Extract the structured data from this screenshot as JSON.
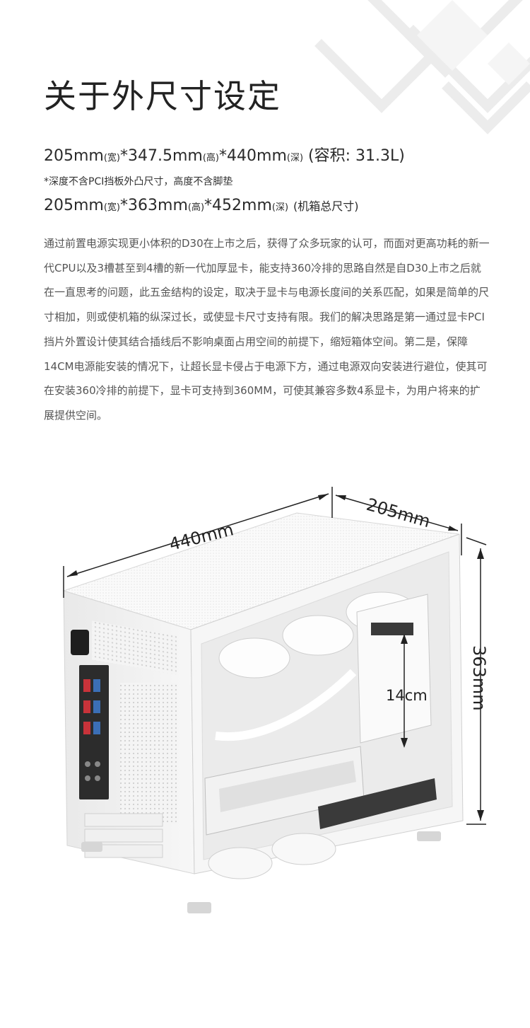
{
  "page": {
    "title": "关于外尺寸设定"
  },
  "specs": [
    {
      "w": "205mm",
      "w_unit": "(宽)",
      "h": "*347.5mm",
      "h_unit": "(高)",
      "d": "*440mm",
      "d_unit": "(深)",
      "tail": "(容积: 31.3L)"
    },
    {
      "w": "205mm",
      "w_unit": "(宽)",
      "h": "*363mm",
      "h_unit": "(高)",
      "d": "*452mm",
      "d_unit": "(深)",
      "tail": "(机箱总尺寸)"
    }
  ],
  "note": "*深度不含PCI挡板外凸尺寸，高度不含脚垫",
  "description": "通过前置电源实现更小体积的D30在上市之后，获得了众多玩家的认可，而面对更高功耗的新一代CPU以及3槽甚至到4槽的新一代加厚显卡，能支持360冷排的思路自然是自D30上市之后就在一直思考的问题，此五金结构的设定，取决于显卡与电源长度间的关系匹配，如果是简单的尺寸相加，则或使机箱的纵深过长，或使显卡尺寸支持有限。我们的解决思路是第一通过显卡PCI挡片外置设计使其结合插线后不影响桌面占用空间的前提下，缩短箱体空间。第二是，保障14CM电源能安装的情况下，让超长显卡侵占于电源下方，通过电源双向安装进行避位，使其可在安装360冷排的前提下，显卡可支持到360MM，可使其兼容多数4系显卡，为用户将来的扩展提供空间。",
  "dimensions": {
    "depth": "440mm",
    "width": "205mm",
    "height": "363mm",
    "psu_gap": "14cm"
  }
}
